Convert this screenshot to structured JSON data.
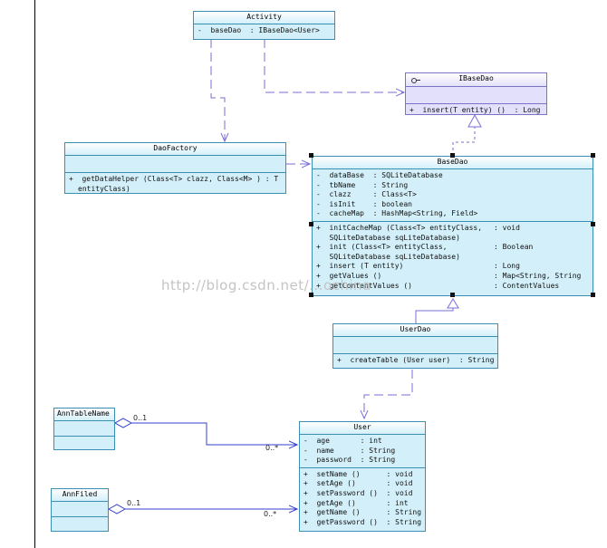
{
  "classes": {
    "activity": {
      "name": "Activity",
      "attributes": [
        "-  baseDao  : IBaseDao<User>"
      ]
    },
    "ibasedao": {
      "name": "IBaseDao",
      "attributes": [],
      "operations": [
        "+  insert(T entity) ()  : Long"
      ]
    },
    "daofactory": {
      "name": "DaoFactory",
      "attributes": [],
      "operations": [
        "+  getDataHelper (Class<T> clazz, Class<M> ) : T"
      ],
      "operations_cont": [
        "entityClass)"
      ]
    },
    "basedao": {
      "name": "BaseDao",
      "attributes": [
        "-  dataBase  : SQLiteDatabase",
        "-  tbName    : String",
        "-  clazz     : Class<T>",
        "-  isInit    : boolean",
        "-  cacheMap  : HashMap<String, Field>"
      ],
      "operations": [
        {
          "sig": "+  initCacheMap (Class<T> entityClass,",
          "type": ": void"
        },
        {
          "sig": "   SQLiteDatabase sqLiteDatabase)",
          "type": ""
        },
        {
          "sig": "+  init (Class<T> entityClass,",
          "type": ": Boolean"
        },
        {
          "sig": "   SQLiteDatabase sqLiteDatabase)",
          "type": ""
        },
        {
          "sig": "+  insert (T entity)",
          "type": ": Long"
        },
        {
          "sig": "+  getValues ()",
          "type": ": Map<String, String"
        },
        {
          "sig": "+  getContentValues ()",
          "type": ": ContentValues"
        }
      ]
    },
    "userdao": {
      "name": "UserDao",
      "attributes": [],
      "operations": [
        "+  createTable (User user)  : String"
      ]
    },
    "user": {
      "name": "User",
      "attributes": [
        "-  age       : int",
        "-  name      : String",
        "-  password  : String"
      ],
      "operations": [
        "+  setName ()      : void",
        "+  setAge ()       : void",
        "+  setPassword ()  : void",
        "+  getAge ()       : int",
        "+  getName ()      : String",
        "+  getPassword ()  : String"
      ]
    },
    "anntablename": {
      "name": "AnnTableName"
    },
    "annfiled": {
      "name": "AnnFiled"
    }
  },
  "multiplicities": {
    "anntablename_src": "0..1",
    "anntablename_dst": "0..*",
    "annfiled_src": "0..1",
    "annfiled_dst": "0..*"
  },
  "watermark": "http://blog.csdn.net/...ochina",
  "colors": {
    "class_border": "#3b8fb3",
    "class_fill": "#d3f0fa",
    "interface_border": "#7b73c4",
    "interface_fill": "#e3e0fb",
    "connector": "#7a6fd6"
  }
}
